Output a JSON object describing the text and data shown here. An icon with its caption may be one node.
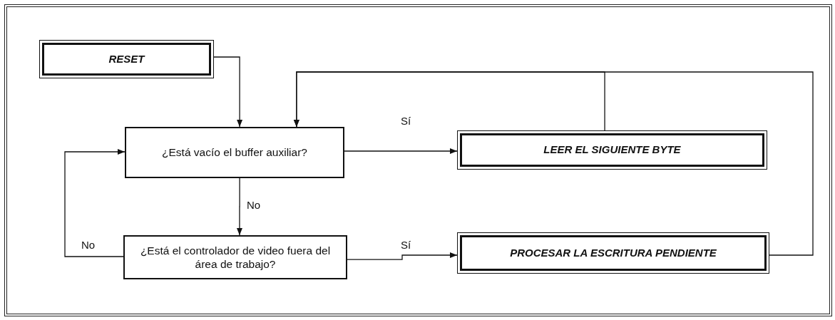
{
  "diagram": {
    "nodes": [
      {
        "text": [
          "RESET"
        ]
      },
      {
        "text": [
          "¿Está vacío el buffer auxiliar?"
        ]
      },
      {
        "text": [
          "LEER EL SIGUIENTE BYTE"
        ]
      },
      {
        "text": [
          "¿Está el controlador de video fuera del área de trabajo?"
        ]
      },
      {
        "text": [
          "PROCESAR LA ESCRITURA PENDIENTE"
        ]
      }
    ],
    "edges": [
      {
        "from": 0,
        "to": 1,
        "arrow": "to"
      },
      {
        "from": 1,
        "to": 2,
        "arrow": "to",
        "label": "Sí"
      },
      {
        "from": 1,
        "to": 3,
        "arrow": "to",
        "label": "No"
      },
      {
        "from": 3,
        "to": 1,
        "arrow": "to",
        "label": "No"
      },
      {
        "from": 3,
        "to": 4,
        "arrow": "to",
        "label": "Sí"
      },
      {
        "from": 2,
        "to": 1,
        "arrow": "to"
      },
      {
        "from": 4,
        "to": 1,
        "arrow": "to"
      }
    ]
  }
}
